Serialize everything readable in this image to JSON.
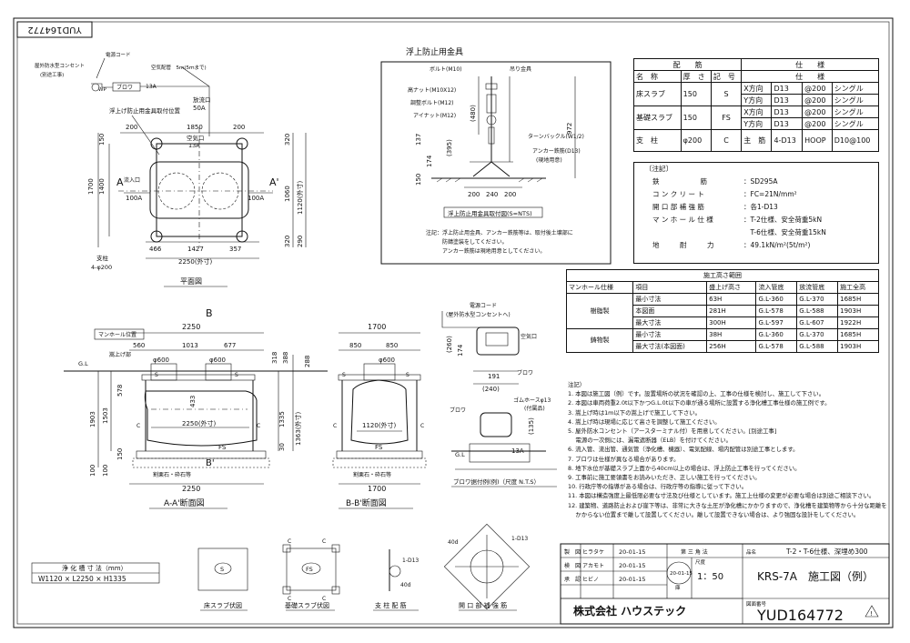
{
  "drawing_no_tab": "YUD164772",
  "plan": {
    "caption": "平面図",
    "outlet_label": "屋外防水型コンセント",
    "outlet_sub": "(別途工事)",
    "cord_label": "電源コード",
    "blower_label": "ブロワ",
    "pipe_label": "空気配管　5m(5ｍまで)",
    "pipe_size": "13A",
    "wp": "WP",
    "anchor_pos": "浮上げ防止用金具取付位置",
    "inlet": "流入口",
    "outlet": "放流口",
    "inlet_size": "100A",
    "outlet_size": "100A",
    "air_port": "空気口",
    "air_size": "13A",
    "pipe_50a": "50A",
    "post": "支柱",
    "post_size": "4-φ200",
    "a": "A",
    "a2": "A'",
    "dims": {
      "d200a": "200",
      "d1850": "1850",
      "d200b": "200",
      "d150": "150",
      "d1400": "1400",
      "d1700": "1700",
      "d320a": "320",
      "d1060": "1060",
      "d1120": "1120(外寸)",
      "d320b": "320",
      "d290": "290",
      "d466": "466",
      "d1427": "1427",
      "d357": "357",
      "d2250": "2250(外寸)"
    }
  },
  "anchor_detail": {
    "title": "浮上防止用金具",
    "bolt": "ボルト(M10)",
    "hook": "吊り金具",
    "high_nut": "高ナット(M10X12)",
    "adj_bolt": "調整ボルト(M12)",
    "eye_nut": "アイナット(M12)",
    "turnbuckle": "ターンバックル(W1/2)",
    "anchor_bar": "アンカー鉄筋(D13)",
    "onsite": "(現地用意)",
    "d480": "(480)",
    "d395": "(395)",
    "d972": "972",
    "d137": "137",
    "d174": "174",
    "d150": "150",
    "d200a": "200",
    "d240": "240",
    "d200b": "200",
    "caption": "浮上防止用金具取付図(S=NTS)",
    "note1": "注記：浮上防止用金具、アンカー鉄筋等は、取付後土壌部に",
    "note2": "　　　防錆塗装をしてください。",
    "note3": "　　　アンカー鉄筋は現地用意としてください。"
  },
  "rebar_table": {
    "h_haikin": "配　　筋",
    "h_shiyo": "仕　　様",
    "h_name": "名　称",
    "h_thick": "厚　さ",
    "h_mark": "記　号",
    "h_spec": "仕　　様",
    "rows": [
      {
        "name": "床スラブ",
        "thick": "150",
        "mark": "S",
        "dir1": "X方向",
        "bar1": "D13",
        "pitch1": "@200",
        "type1": "シングル",
        "dir2": "Y方向",
        "bar2": "D13",
        "pitch2": "@200",
        "type2": "シングル"
      },
      {
        "name": "基礎スラブ",
        "thick": "150",
        "mark": "FS",
        "dir1": "X方向",
        "bar1": "D13",
        "pitch1": "@200",
        "type1": "シングル",
        "dir2": "Y方向",
        "bar2": "D13",
        "pitch2": "@200",
        "type2": "シングル"
      }
    ],
    "post": {
      "name": "支　柱",
      "thick": "φ200",
      "mark": "C",
      "main": "主　筋",
      "bars": "4-D13",
      "hoop": "HOOP",
      "hoop_val": "D10@100"
    }
  },
  "spec_notes": {
    "title": "〔注記〕",
    "rows": [
      {
        "k": "鉄　　　　　　筋",
        "v": "：SD295A"
      },
      {
        "k": "コ ン ク リ ー ト",
        "v": "：FC=21N/mm²"
      },
      {
        "k": "開 口 部 補 強 筋",
        "v": "：各1-D13"
      },
      {
        "k": "マ ン ホ ー ル 仕 様",
        "v": "：T-2仕様、安全荷重5kN"
      },
      {
        "k": "",
        "v": "　T-6仕様、安全荷重15kN"
      },
      {
        "k": "地　　　耐　　　力",
        "v": "：49.1kN/m²(5t/m²)"
      }
    ]
  },
  "install_table": {
    "title": "施工高さ範囲",
    "headers": [
      "マンホール仕様",
      "項目",
      "盛上げ高さ",
      "流入管底",
      "放流管底",
      "施工全高"
    ],
    "groups": [
      {
        "spec": "樹脂製",
        "rows": [
          [
            "最小寸法",
            "63H",
            "G.L-360",
            "G.L-370",
            "1685H"
          ],
          [
            "本図面",
            "281H",
            "G.L-578",
            "G.L-588",
            "1903H"
          ],
          [
            "最大寸法",
            "300H",
            "G.L-597",
            "G.L-607",
            "1922H"
          ]
        ]
      },
      {
        "spec": "鋳物製",
        "rows": [
          [
            "最小寸法",
            "38H",
            "G.L-360",
            "G.L-370",
            "1685H"
          ],
          [
            "最大寸法(本図面)",
            "256H",
            "G.L-578",
            "G.L-588",
            "1903H"
          ]
        ]
      }
    ]
  },
  "section_a": {
    "caption": "A-A'断面図",
    "manhole_pos": "マンホール位置",
    "raise": "嵩上げ部",
    "b": "B",
    "b2": "B'",
    "gl": "G.L",
    "fs": "FS",
    "s": "S",
    "c": "C",
    "gravel": "割栗石・砕石等",
    "d2250": "2250",
    "d2250b": "2250",
    "d2250out": "2250(外寸)",
    "d560": "560",
    "d1013": "1013",
    "d677": "677",
    "p600a": "φ600",
    "p600b": "φ600",
    "d1903": "1903",
    "d1503": "1503",
    "d578": "578",
    "d318": "318",
    "d388": "388",
    "d288": "288",
    "d433": "433",
    "d1335": "1335",
    "d1363": "1363(外寸)",
    "d30": "30",
    "d100a": "100",
    "d100b": "100",
    "d150": "150"
  },
  "section_b": {
    "caption": "B-B'断面図",
    "d1700": "1700",
    "d1700b": "1700",
    "d850a": "850",
    "d850b": "850",
    "p600": "φ600",
    "d1120": "1120(外寸)",
    "gravel": "割栗石・砕石等",
    "fs": "FS",
    "s": "S",
    "c": "C"
  },
  "blower_detail": {
    "cord": "電源コード",
    "outlet": "(屋外防水型コンセントへ)",
    "air": "空気口",
    "blower": "ブロワ",
    "hose": "ゴムホースφ13",
    "hose_sub": "(付属品)",
    "gl": "G.L",
    "size": "13A",
    "caption": "ブロワ据付例(例)（尺度 N.T.S）",
    "d260": "(260)",
    "d174": "174",
    "d191": "191",
    "d240": "(240)",
    "d135": "(135)"
  },
  "notes": {
    "title": "注記）",
    "lines": [
      "1. 本図は施工図（例）です。設置場所の状況を確認の上、工事の仕様を検討し、施工して下さい。",
      "2. 本図は車両荷重2.0t以下かつG.L.0t以下の車が通る場所に設置する浄化槽工事仕様の施工例です。",
      "3. 嵩上げ時は1m以下の嵩上げで施工して下さい。",
      "4. 嵩上げ時は現場に応じて高さを調整して施工ください。",
      "5. 屋外防水コンセント（アースターミナル付）を用意してください。[別途工事]",
      "　 電源の一次側には、漏電遮断器（ELB）を付けてください。",
      "6. 流入管、流出管、通気管（浄化槽、機器）、電気配線、場内配管は別途工事とします。",
      "7. ブロワは仕様が異なる場合があります。",
      "8. 地下水位が基礎スラブ上面から40cm以上の場合は、浮上防止工事を行ってください。",
      "9. 工事前に施工要領書をお読みいただき、正しい施工を行ってください。",
      "10. 行政庁等の指導がある場合は、行政庁等の指導に従って下さい。",
      "11. 本図は構造強度上最低限必要な寸法及び仕様としています。施工上仕様の変更が必要な場合は別途ご相談下さい。",
      "12. 建築物、道路防止および崖下等は、非常に大きな土圧が浄化槽にかかりますので、浄化槽を建築物等から十分な距離を",
      "　  かからない位置まで離して設置してください。離して設置できない場合は、より強固な設計をしてください。"
    ]
  },
  "dimensions_box": {
    "title": "浄 化 槽 寸 法（mm）",
    "value": "W1120 × L2250 × H1335"
  },
  "small_views": {
    "floor_slab": "床スラブ伏図",
    "floor_mark": "S",
    "base_slab": "基礎スラブ伏図",
    "base_mark": "FS",
    "post": "支 柱 配 筋",
    "post_1": "1-D13",
    "post_40d": "40d",
    "opening": "開 口 部 補 強 筋",
    "open_40d": "40d",
    "open_d13": "1-D13",
    "c": "C"
  },
  "title_block": {
    "r1_k": "製　図",
    "r1_n": "ヒラタケ",
    "r1_d": "20-01-15",
    "r2_k": "検　図",
    "r2_n": "アカモト",
    "r2_d": "20-01-15",
    "r3_k": "承　認",
    "r3_n": "ヒビノ",
    "r3_d": "20-01-15",
    "angle_label": "第 三 角 法",
    "scale_label": "尺度",
    "scale": "1：50",
    "date_stamp": "20-01-15",
    "stamp_kanji": "庫",
    "name_label": "品名",
    "spec_line": "T-2・T-6仕様、深埋め300",
    "product": "KRS-7A　施工図（例）",
    "company": "株式会社 ハウステック",
    "drawing_label": "図面番号",
    "drawing_no": "YUD164772"
  },
  "icons": [
    "warning-triangle-icon"
  ]
}
